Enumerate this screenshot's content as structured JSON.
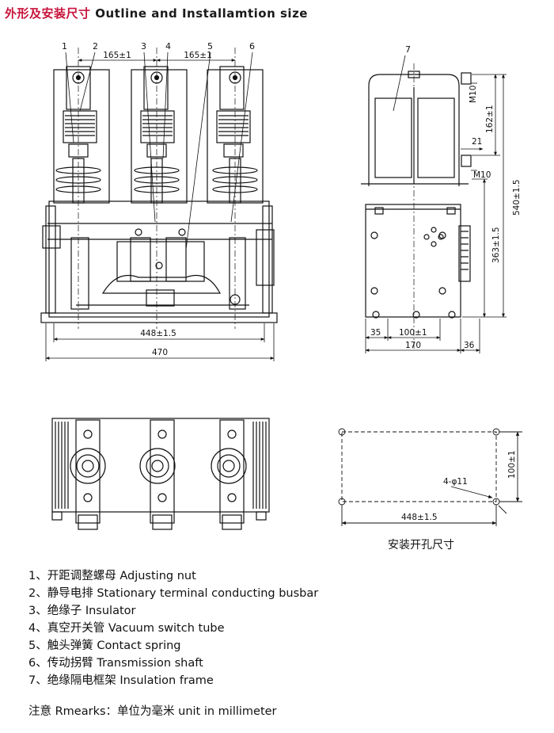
{
  "title": {
    "cn": "外形及安装尺寸",
    "en": "Outline and Installamtion size"
  },
  "callouts": [
    "1",
    "2",
    "3",
    "4",
    "5",
    "6",
    "7"
  ],
  "dimensions": {
    "front_spacing_1": "165±1",
    "front_spacing_2": "165±1",
    "front_inner_width": "448±1.5",
    "front_total_width": "470",
    "side_m10_top": "M10",
    "side_162": "162±1",
    "side_21": "21",
    "side_m10_mid": "M10",
    "side_540": "540±1.5",
    "side_363": "363±1.5",
    "side_35": "35",
    "side_100": "100±1",
    "side_170": "170",
    "side_36": "36",
    "mount_height": "100±1",
    "mount_holes": "4-φ11",
    "mount_width": "448±1.5"
  },
  "mount_caption": "安装开孔尺寸",
  "legend": [
    {
      "no": "1、",
      "cn": "开距调整螺母",
      "en": "Adjusting nut"
    },
    {
      "no": "2、",
      "cn": "静导电排",
      "en": "Stationary terminal conducting busbar"
    },
    {
      "no": "3、",
      "cn": "绝缘子",
      "en": "Insulator"
    },
    {
      "no": "4、",
      "cn": "真空开关管",
      "en": "Vacuum switch tube"
    },
    {
      "no": "5、",
      "cn": "触头弹簧",
      "en": "Contact spring"
    },
    {
      "no": "6、",
      "cn": "传动拐臂",
      "en": "Transmission shaft"
    },
    {
      "no": "7、",
      "cn": "绝缘隔电框架",
      "en": "Insulation frame"
    }
  ],
  "note": {
    "label": "注意 Rmearks：",
    "text": "单位为毫米 unit in millimeter"
  }
}
